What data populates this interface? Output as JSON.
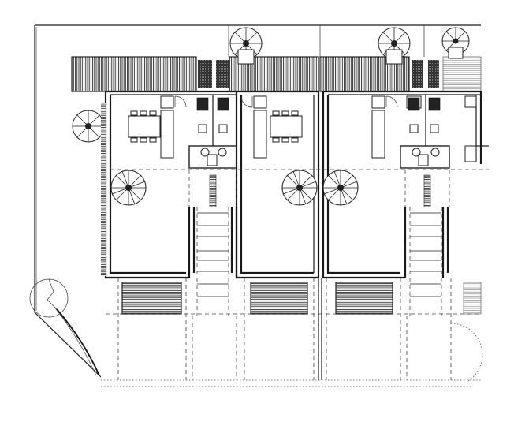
{
  "drawing": {
    "kind": "architectural floor plan",
    "units": 3,
    "spiral_stairs": 6,
    "colors": {
      "line": "#1a1a1a",
      "paper": "#ffffff",
      "hatch": "#222222"
    }
  }
}
